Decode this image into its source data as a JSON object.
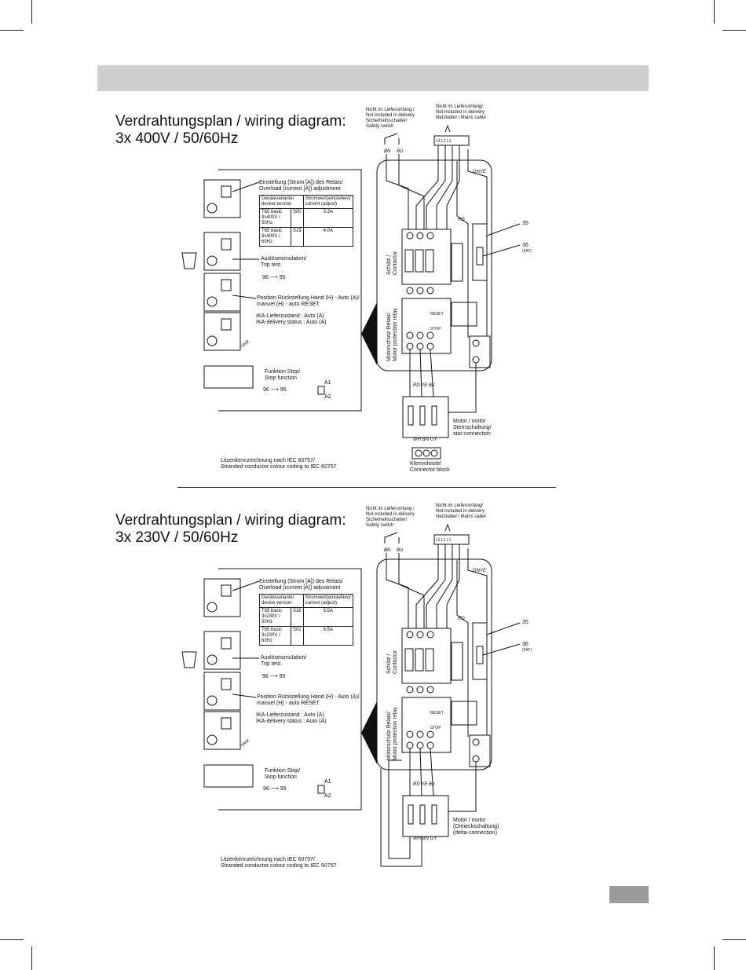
{
  "diagrams": [
    {
      "title_line1": "Verdrahtungsplan / wiring diagram:",
      "title_line2": "3x 400V / 50/60Hz",
      "not_included_left": "Nicht im Lieferumfang /\nNot included in delivery\nSicherheitsschalter/\nSafety switch",
      "not_included_right": "Nicht im Lieferumfang/\nNot included in delivery\nNetzkabel / Mains cabel",
      "terminals_top": "L3 L2 L1",
      "wire_bn": "BN",
      "wire_bu": "BU",
      "wire_gnye": "GNYE",
      "wire_bu_v": "BU",
      "wire_rd": "RD",
      "contactor_label": "Schütz /\nContactor",
      "relay_label": "Motorschutz-Relais/\nMotor protection relay",
      "label_35": "35",
      "label_36": "36",
      "label_2at": "(2AT)",
      "reset": "RESET",
      "stop": "STOP",
      "setting_text": "Einstellung (Strom [A]) des Relais/\nOverload (current [A]) adjustment",
      "table_head_1": "Gerätevariante/\ndevice version",
      "table_head_2": "Stromwert(einstellen)/\ncurrent (adjust)",
      "table_rows": [
        {
          "variant": "T65 basic\n3x400V / 50Hz",
          "code": "S00",
          "current": "3.3A"
        },
        {
          "variant": "T65 basic\n3x400V / 60Hz",
          "code": "S19",
          "current": "4.0A"
        }
      ],
      "trip_test": "Auslösesimulation/\nTrip test",
      "contacts_96_95": "96 ⟶ 95",
      "position_text": "Position Rückstellung Hand (H) - Auto (A)/\nmanuel (H) - auto RESET",
      "delivery_status": "IKA-Lieferzustand : Auto (A)\nIKA-delivery status : Auto (A)",
      "click": "click",
      "stop_function": "Funktion Stop/\nStop function",
      "a1": "A1",
      "a2": "A2",
      "motor_wires": "RD   YE   BK",
      "motor_label": "Motor / motor",
      "connection_type": "Sternschaltung/\nstar-connection",
      "motor_bottom_wires": "WH   BN   GY",
      "connector_block": "Klemmleiste/\nConnector block",
      "footer": "Litzenkennzeichnung nach IEC 60757/\nStranded conductor colour coding to IEC 60757"
    },
    {
      "title_line1": "Verdrahtungsplan / wiring diagram:",
      "title_line2": "3x 230V / 50/60Hz",
      "not_included_left": "Nicht im Lieferumfang /\nNot included in delivery\nSicherheitsschalter/\nSafety switch",
      "not_included_right": "Nicht im Lieferumfang/\nNot included in delivery\nNetzkabel / Mains cabel",
      "terminals_top": "L3 L2 L1",
      "wire_bn": "BN",
      "wire_bu": "BU",
      "wire_gnye": "GNYE",
      "wire_bu_v": "BU",
      "wire_rd": "RD",
      "contactor_label": "Schütz /\nContactor",
      "relay_label": "Motorschutz-Relais/\nMotor protection relay",
      "label_35": "35",
      "label_36": "36",
      "label_2at": "(2AT)",
      "reset": "RESET",
      "stop": "STOP",
      "setting_text": "Einstellung (Strom [A]) des Relais/\nOverload (current [A]) adjustment",
      "table_head_1": "Gerätevariante/\ndevice version",
      "table_head_2": "Stromwert(einstellen)/\ncurrent (adjust)",
      "table_rows": [
        {
          "variant": "T65 basic\n3x230V / 50Hz",
          "code": "S18",
          "current": "5.5A"
        },
        {
          "variant": "T65 basic\n3x230V / 60Hz",
          "code": "S01",
          "current": "6.5A"
        }
      ],
      "trip_test": "Auslösesimulation/\nTrip test",
      "contacts_96_95": "96 ⟶ 95",
      "position_text": "Position Rückstellung Hand (H) - Auto (A)/\nmanuel (H) - auto RESET",
      "delivery_status": "IKA-Lieferzustand : Auto (A)\nIKA-delivery status : Auto (A)",
      "click": "click",
      "stop_function": "Funktion Stop/\nStop function",
      "a1": "A1",
      "a2": "A2",
      "motor_wires": "RD   YE   BK",
      "motor_label": "Motor / motor",
      "connection_type": "(Dreieckschaltung)\n(delta-connection)",
      "motor_bottom_wires": "WH   BN   GY",
      "connector_block": "",
      "footer": "Litzenkennzeichnung nach IEC 60757/\nStranded conductor colour coding to IEC 60757"
    }
  ]
}
